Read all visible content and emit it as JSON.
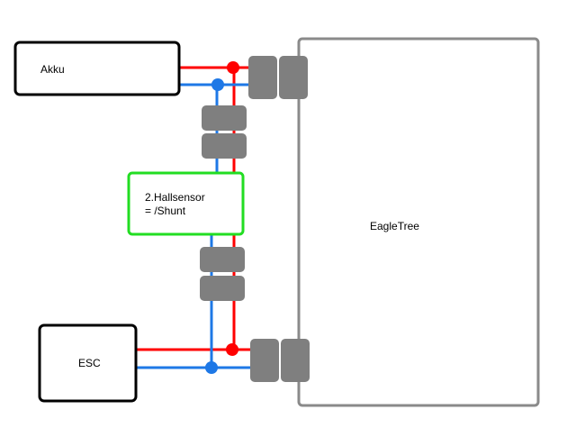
{
  "diagram": {
    "akku_label": "Akku",
    "esc_label": "ESC",
    "eagletree_label": "EagleTree",
    "sensor_line1": "2.Hallsensor",
    "sensor_line2": "= /Shunt"
  },
  "colors": {
    "positive_wire": "#ff0000",
    "negative_wire": "#1e78e6",
    "sensor_border": "#22dd22",
    "connector": "#7f7f7f",
    "eagletree_border": "#8a8a8a",
    "box_border": "#000000"
  }
}
